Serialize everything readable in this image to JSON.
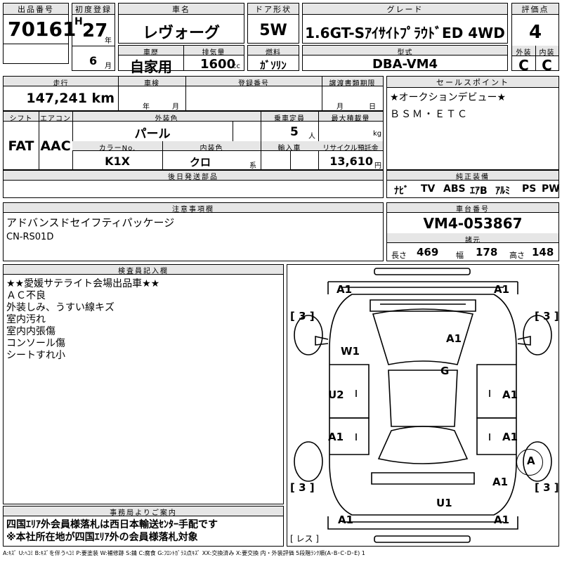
{
  "lot": {
    "label": "出品番号",
    "value": "70161"
  },
  "first_reg": {
    "label": "初度登録",
    "era": "H",
    "year": "27",
    "year_unit": "年",
    "month": "6",
    "month_unit": "月"
  },
  "car_name": {
    "label": "車名",
    "value": "レヴォーグ"
  },
  "door": {
    "label": "ドア形状",
    "value": "5W"
  },
  "grade": {
    "label": "グレード",
    "value": "1.6GT-SｱｲｻｲﾄﾌﾟﾗｳﾄﾞED 4WD"
  },
  "score": {
    "label": "評価点",
    "value": "4",
    "ext_label": "外装",
    "int_label": "内装",
    "ext": "C",
    "int": "C"
  },
  "history": {
    "label": "車歴",
    "value": "自家用"
  },
  "displacement": {
    "label": "排気量",
    "value": "1600",
    "unit": "cc"
  },
  "fuel": {
    "label": "燃料",
    "value": "ｶﾞｿﾘﾝ"
  },
  "model": {
    "label": "型式",
    "value": "DBA-VM4"
  },
  "mileage": {
    "label": "走行",
    "value": "147,241 km"
  },
  "inspection": {
    "label": "車検",
    "year_unit": "年",
    "month_unit": "月"
  },
  "reg_no": {
    "label": "登録番号"
  },
  "transfer": {
    "label": "譲渡書類期限",
    "month_unit": "月",
    "day_unit": "日"
  },
  "shift": {
    "label": "シフト",
    "value": "FAT"
  },
  "aircon": {
    "label": "エアコン",
    "value": "AAC"
  },
  "ext_color": {
    "label": "外装色",
    "value": "パール"
  },
  "capacity": {
    "label": "乗車定員",
    "value": "5",
    "unit": "人"
  },
  "max_load": {
    "label": "最大積載量",
    "unit": "kg"
  },
  "color_no": {
    "label": "カラーNo.",
    "value": "K1X"
  },
  "int_color": {
    "label": "内装色",
    "value": "クロ",
    "unit": "系"
  },
  "import": {
    "label": "輸入車"
  },
  "recycle": {
    "label": "リサイクル預託金",
    "value": "13,610",
    "unit": "円"
  },
  "later_parts": {
    "label": "後日発送部品"
  },
  "sales_point": {
    "label": "セールスポイント",
    "lines": [
      "★オークションデビュー★",
      "ＢＳＭ・ＥＴＣ"
    ]
  },
  "equipment": {
    "label": "純正装備",
    "items": [
      "ﾅﾋﾞ",
      "TV",
      "ABS",
      "ｴｱB",
      "ｱﾙﾐ",
      "PS",
      "PW"
    ]
  },
  "notes": {
    "label": "注意事項欄",
    "lines": [
      "アドバンスドセイフティパッケージ",
      "CN-RS01D"
    ]
  },
  "chassis": {
    "label": "車台番号",
    "value": "VM4-053867"
  },
  "specs": {
    "label": "諸元",
    "len_label": "長さ",
    "len": "469",
    "wid_label": "幅",
    "wid": "178",
    "hgt_label": "高さ",
    "hgt": "148"
  },
  "inspector": {
    "label": "検査員記入欄",
    "lines": [
      "★★愛媛サテライト会場出品車★★",
      "ＡＣ不良",
      "外装しみ、うすい線キズ",
      "室内汚れ",
      "室内内張傷",
      "コンソール傷",
      "シートすれ小"
    ]
  },
  "office": {
    "label": "事務局よりご案内",
    "lines": [
      "四国ｴﾘｱ外会員様落札は西日本輸送ｾﾝﾀｰ手配です",
      "※本社所在地が四国ｴﾘｱ外の会員様落札対象"
    ]
  },
  "diagram": {
    "marks": [
      "A1",
      "A1",
      "[ 3 ]",
      "[ 3 ]",
      "A1",
      "W1",
      "G",
      "U2",
      "A1",
      "A1",
      "A1",
      "A",
      "A1",
      "[ 3 ]",
      "[ 3 ]",
      "U1",
      "A1",
      "A1",
      "[ レス ]"
    ]
  },
  "legend": "A:ｷｽﾞ U:ﾍｺﾐ B:ｷｽﾞを伴うﾍｺﾐ P:要塗装 W:補修跡 S:錆 C:腐食 G:ﾌﾛﾝﾄｶﾞﾗｽ点ｷｽﾞ XX:交換済み X:要交換 内・外装評価 5段階ﾗﾝｸ順(A･B･C･D･E) 1"
}
